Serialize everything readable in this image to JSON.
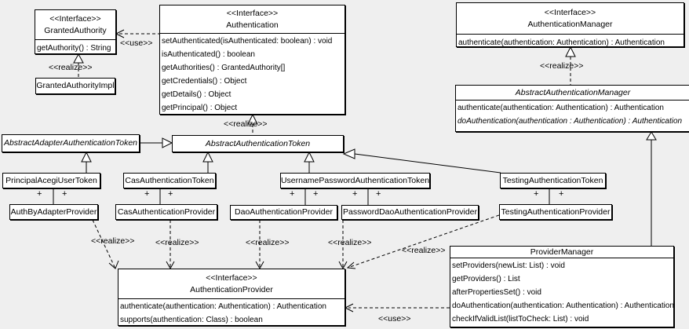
{
  "colors": {
    "background": "#efefef",
    "box_fill": "#ffffff",
    "line": "#000000"
  },
  "labels": {
    "use": "<<use>>",
    "realize": "<<realize>>"
  },
  "symbols": {
    "plus": "+"
  },
  "classes": {
    "granted_authority": {
      "stereotype": "<<Interface>>",
      "name": "GrantedAuthority",
      "methods": [
        "getAuthority() : String"
      ]
    },
    "granted_authority_impl": {
      "name": "GrantedAuthorityImpl"
    },
    "authentication": {
      "stereotype": "<<Interface>>",
      "name": "Authentication",
      "methods": [
        "setAuthenticated(isAuthenticated: boolean) : void",
        "isAuthenticated() : boolean",
        "getAuthorities() : GrantedAuthority[]",
        "getCredentials() : Object",
        "getDetails() : Object",
        "getPrincipal() : Object"
      ]
    },
    "authentication_manager": {
      "stereotype": "<<Interface>>",
      "name": "AuthenticationManager",
      "methods": [
        "authenticate(authentication: Authentication) : Authentication"
      ]
    },
    "abstract_authentication_manager": {
      "name": "AbstractAuthenticationManager",
      "methods": [
        "authenticate(authentication: Authentication) : Authentication",
        "doAuthentication(authentication : Authentication) : Authentication"
      ]
    },
    "abstract_adapter_authentication_token": {
      "name": "AbstractAdapterAuthenticationToken"
    },
    "abstract_authentication_token": {
      "name": "AbstractAuthenticationToken"
    },
    "principal_acegi_user_token": {
      "name": "PrincipalAcegiUserToken"
    },
    "cas_authentication_token": {
      "name": "CasAuthenticationToken"
    },
    "username_password_authentication_token": {
      "name": "UsernamePasswordAuthenticationToken"
    },
    "testing_authentication_token": {
      "name": "TestingAuthenticationToken"
    },
    "auth_by_adapter_provider": {
      "name": "AuthByAdapterProvider"
    },
    "cas_authentication_provider": {
      "name": "CasAuthenticationProvider"
    },
    "dao_authentication_provider": {
      "name": "DaoAuthenticationProvider"
    },
    "password_dao_authentication_provider": {
      "name": "PasswordDaoAuthenticationProvider"
    },
    "testing_authentication_provider": {
      "name": "TestingAuthenticationProvider"
    },
    "authentication_provider": {
      "stereotype": "<<Interface>>",
      "name": "AuthenticationProvider",
      "methods": [
        "authenticate(authentication: Authentication) : Authentication",
        "supports(authentication: Class) : boolean"
      ]
    },
    "provider_manager": {
      "name": "ProviderManager",
      "methods": [
        "setProviders(newList: List) : void",
        "getProviders() : List",
        "afterPropertiesSet() : void",
        "doAuthentication(authentication: Authentication) : Authentication",
        "checkIfValidList(listToCheck: List) : void"
      ]
    }
  }
}
